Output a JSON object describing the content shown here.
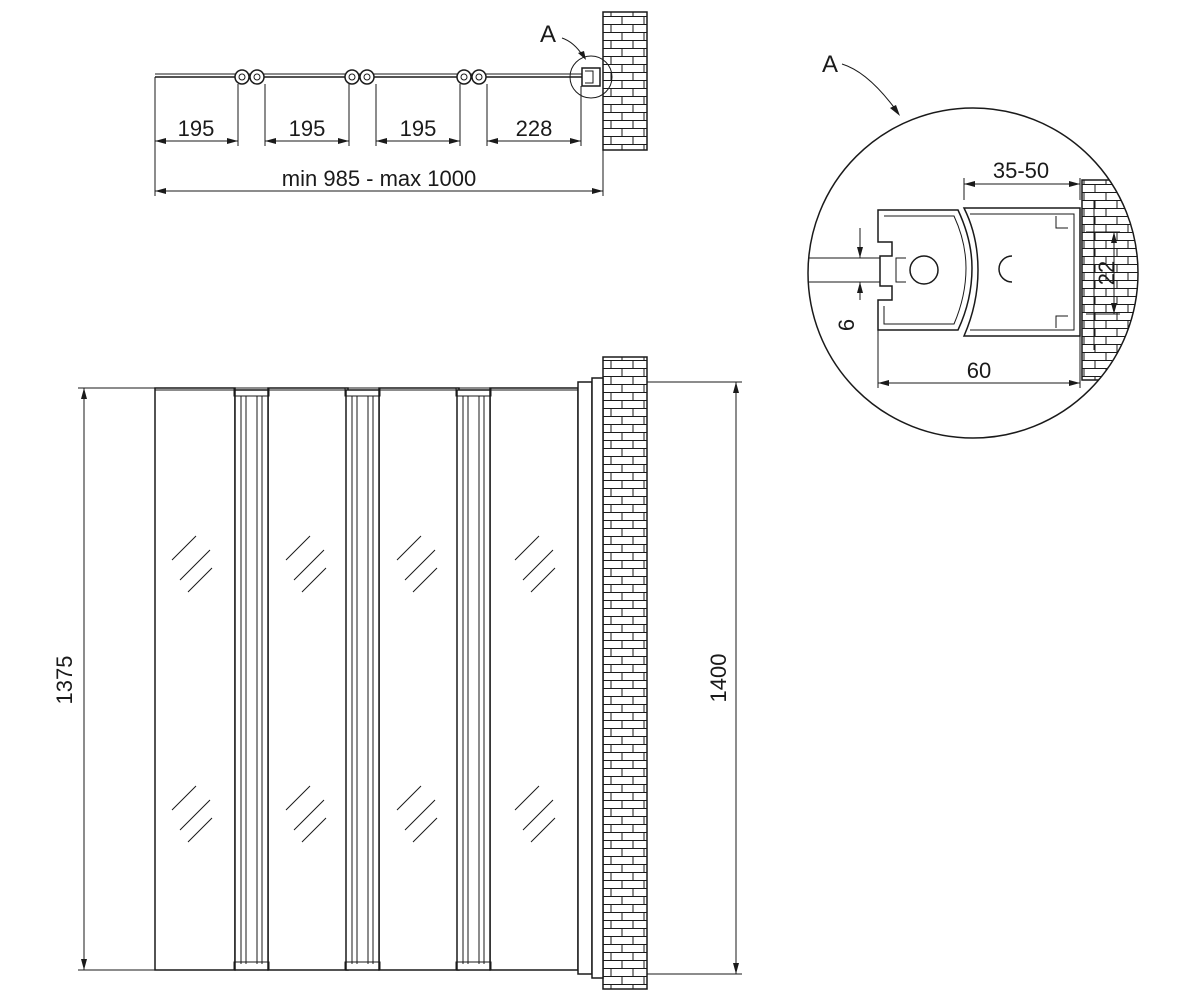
{
  "top_view": {
    "dims": [
      "195",
      "195",
      "195",
      "228"
    ],
    "total": "min 985 - max 1000",
    "callout": "A"
  },
  "detail": {
    "label": "A",
    "dim_top": "35-50",
    "dim_right": "22",
    "dim_left": "6",
    "dim_bottom": "60"
  },
  "front_view": {
    "height_left": "1375",
    "height_right": "1400"
  }
}
